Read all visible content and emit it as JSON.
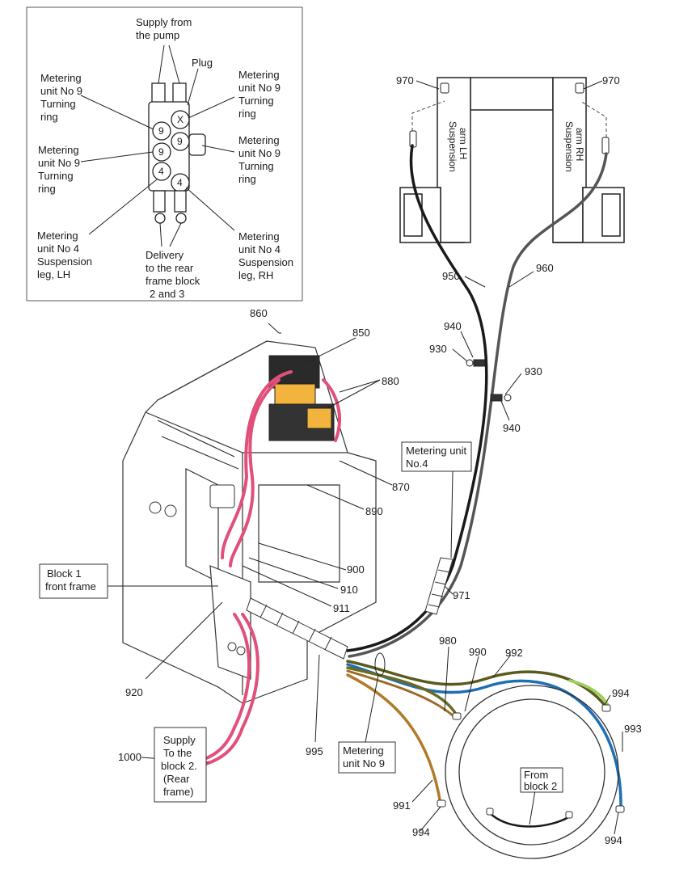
{
  "inset": {
    "supply_line1": "Supply from",
    "supply_line2": "the pump",
    "plug": "Plug",
    "mu9_left_a": [
      "Metering",
      "unit No 9",
      "Turning",
      "ring"
    ],
    "mu9_left_b": [
      "Metering",
      "unit No 9",
      "Turning",
      "ring"
    ],
    "mu4_left": [
      "Metering",
      "unit No 4",
      "Suspension",
      "leg, LH"
    ],
    "mu9_right_a": [
      "Metering",
      "unit No 9",
      "Turning",
      "ring"
    ],
    "mu9_right_b": [
      "Metering",
      "unit No 9",
      "Turning",
      "ring"
    ],
    "mu4_right": [
      "Metering",
      "unit No 4",
      "Suspension",
      "leg, RH"
    ],
    "delivery": [
      "Delivery",
      "to the rear",
      "frame block",
      "2 and 3"
    ],
    "port_marks": [
      "9",
      "X",
      "9",
      "9",
      "4",
      "4"
    ]
  },
  "arm": {
    "left_label": [
      "Suspension",
      "arm LH"
    ],
    "right_label": [
      "Suspension",
      "arm RH"
    ],
    "callout_970_left": "970",
    "callout_970_right": "970"
  },
  "callouts": {
    "c950": "950",
    "c960": "960",
    "c940a": "940",
    "c930a": "930",
    "c930b": "930",
    "c940b": "940",
    "c860": "860",
    "c850": "850",
    "c880": "880",
    "c870": "870",
    "c890": "890",
    "c900": "900",
    "c910": "910",
    "c911": "911",
    "c971": "971",
    "c920": "920",
    "c995": "995",
    "c1000": "1000",
    "c980": "980",
    "c990": "990",
    "c992": "992",
    "c994a": "994",
    "c993": "993",
    "c991": "991",
    "c994b": "994",
    "c994c": "994"
  },
  "boxes": {
    "metering_unit_4": [
      "Metering unit",
      "No.4"
    ],
    "block1": [
      "Block 1",
      "front frame"
    ],
    "supply_block2": [
      "Supply",
      "To the",
      "block 2.",
      "(Rear",
      "frame)"
    ],
    "metering_unit_9": [
      "Metering",
      "unit No 9"
    ],
    "from_block2": [
      "From",
      "block 2"
    ]
  },
  "colors": {
    "red_hose": "#e0507a",
    "black_hose": "#1a1a1a",
    "grey_hose": "#555555",
    "blue_hose": "#1f6fb5",
    "olive_hose": "#5a5a1e",
    "green_hose": "#9ccf5a",
    "brown_hose": "#b07a2a",
    "yellow_part": "#f2b43c"
  }
}
